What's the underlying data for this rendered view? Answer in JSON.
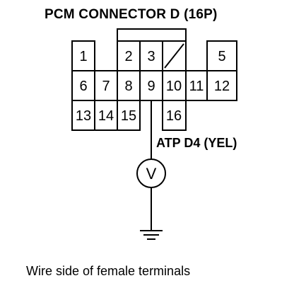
{
  "diagram": {
    "title": "PCM CONNECTOR D (16P)",
    "wire_label": "ATP D4 (YEL)",
    "caption": "Wire side of female terminals",
    "meter_symbol": "V",
    "terminals": {
      "t1": "1",
      "t2": "2",
      "t3": "3",
      "t5": "5",
      "t6": "6",
      "t7": "7",
      "t8": "8",
      "t9": "9",
      "t10": "10",
      "t11": "11",
      "t12": "12",
      "t13": "13",
      "t14": "14",
      "t15": "15",
      "t16": "16"
    }
  }
}
